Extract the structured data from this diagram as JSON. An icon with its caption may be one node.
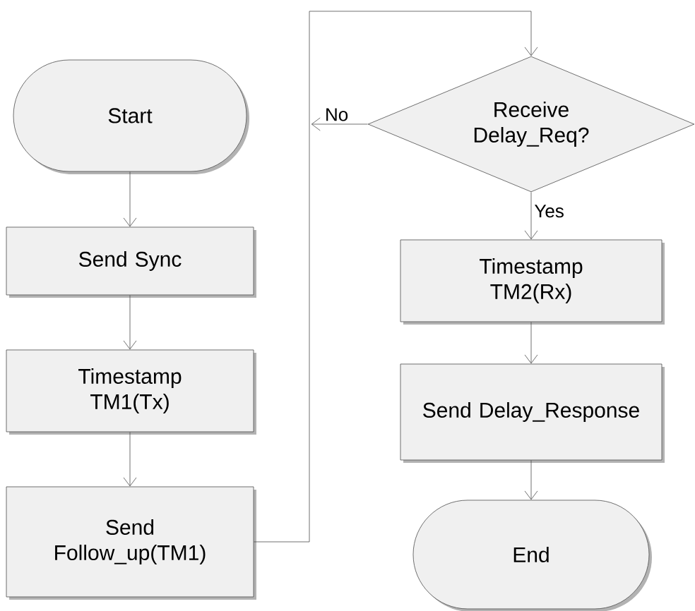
{
  "diagram": {
    "nodes": [
      {
        "text": [
          "Start"
        ]
      },
      {
        "text": [
          "Send Sync"
        ]
      },
      {
        "text": [
          "Timestamp TM1(Tx)"
        ]
      },
      {
        "text": [
          "Send Follow_up(TM1)"
        ]
      },
      {
        "text": [
          "Receive Delay_Req?"
        ]
      },
      {
        "text": [
          "Timestamp TM2(Rx)"
        ]
      },
      {
        "text": [
          "Send Delay_Response"
        ]
      },
      {
        "text": [
          "End"
        ]
      }
    ],
    "edges": [
      {
        "from": 0,
        "to": 1,
        "arrow": "to"
      },
      {
        "from": 1,
        "to": 2,
        "arrow": "to"
      },
      {
        "from": 2,
        "to": 3,
        "arrow": "to"
      },
      {
        "from": 3,
        "to": 4,
        "arrow": "to"
      },
      {
        "from": 4,
        "to": null,
        "arrow": "to",
        "label": "No"
      },
      {
        "from": 4,
        "to": 5,
        "arrow": "to",
        "label": "Yes"
      },
      {
        "from": 5,
        "to": 6,
        "arrow": "to"
      },
      {
        "from": 6,
        "to": 7,
        "arrow": "to"
      }
    ]
  }
}
